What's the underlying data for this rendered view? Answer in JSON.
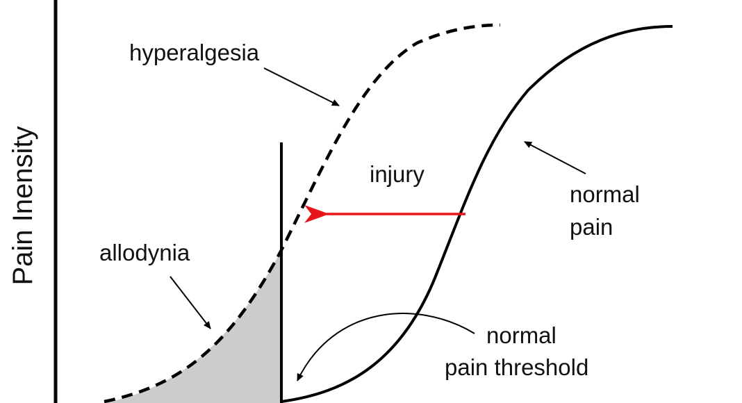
{
  "diagram": {
    "y_axis_label": "Pain Inensity",
    "labels": {
      "hyperalgesia": "hyperalgesia",
      "allodynia": "allodynia",
      "injury": "injury",
      "normal_pain_line1": "normal",
      "normal_pain_line2": "pain",
      "threshold_line1": "normal",
      "threshold_line2": "pain threshold"
    },
    "colors": {
      "line": "#000000",
      "injury_arrow": "#e8141c",
      "allodynia_fill": "#cccccc",
      "background": "#ffffff"
    }
  }
}
